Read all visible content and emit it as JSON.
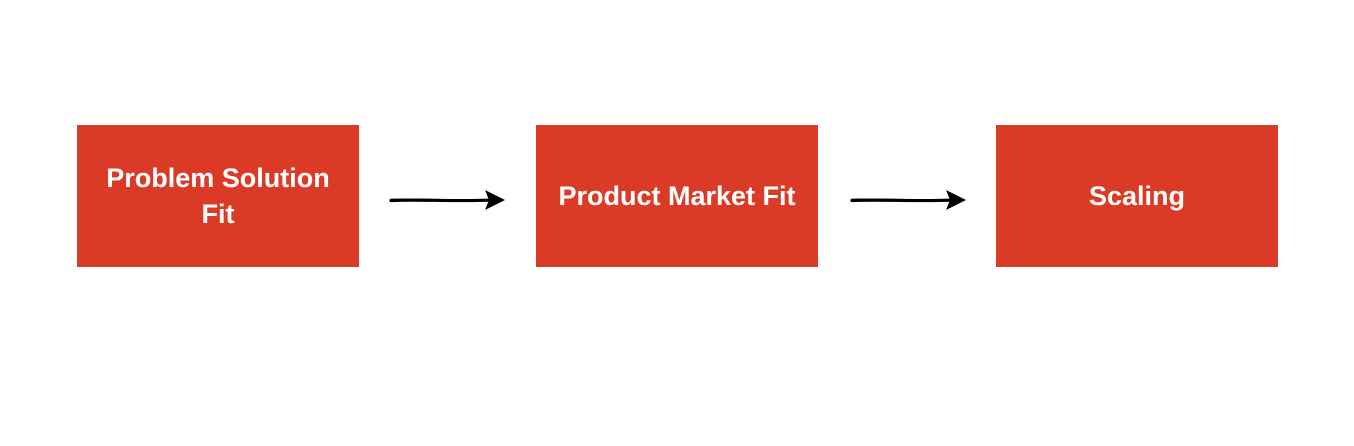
{
  "stages": [
    {
      "label": "Problem Solution Fit"
    },
    {
      "label": "Product Market Fit"
    },
    {
      "label": "Scaling"
    }
  ],
  "colors": {
    "stage_fill": "#db3b26",
    "stage_text": "#ffffff",
    "arrow": "#000000",
    "background": "#ffffff"
  },
  "icons": {
    "connector": "right-arrow-icon"
  }
}
